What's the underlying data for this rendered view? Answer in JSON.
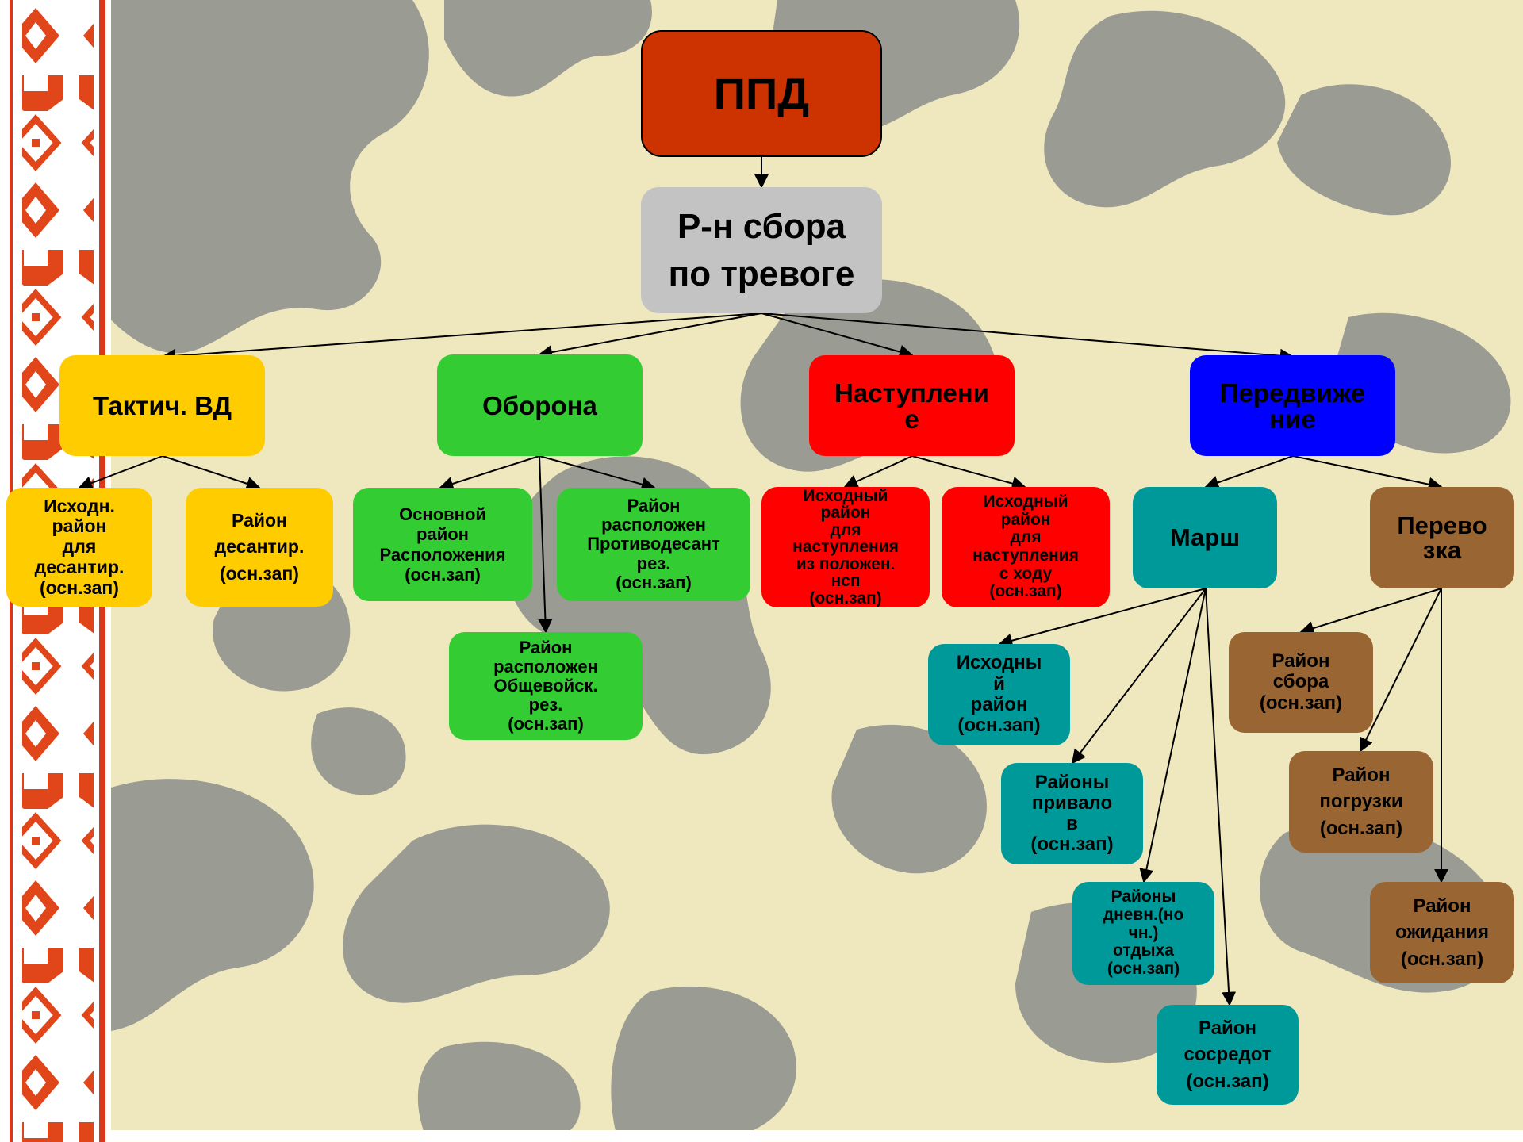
{
  "diagram": {
    "root": {
      "label": "ППД"
    },
    "assembly": {
      "lines": [
        "Р-н сбора",
        "по тревоге"
      ]
    },
    "tactical": {
      "label": "Тактич. ВД"
    },
    "tactical_children": [
      {
        "lines": [
          "Исходн.",
          "район",
          "для",
          "десантир.",
          "(осн.зап)"
        ]
      },
      {
        "lines": [
          "Район",
          "десантир.",
          "(осн.зап)"
        ]
      }
    ],
    "defense": {
      "label": "Оборона"
    },
    "defense_children": [
      {
        "lines": [
          "Основной",
          "район",
          "Расположения",
          "(осн.зап)"
        ]
      },
      {
        "lines": [
          "Район",
          "расположен",
          "Противодесант",
          "рез.",
          "(осн.зап)"
        ]
      },
      {
        "lines": [
          "Район",
          "расположен",
          "Общевойск.",
          "рез.",
          "(осн.зап)"
        ]
      }
    ],
    "offense": {
      "lines": [
        "Наступлени",
        "е"
      ]
    },
    "offense_children": [
      {
        "lines": [
          "Исходный",
          "район",
          "для",
          "наступления",
          "из положен.",
          "нсп",
          "(осн.зап)"
        ]
      },
      {
        "lines": [
          "Исходный",
          "район",
          "для",
          "наступления",
          "с ходу",
          "(осн.зап)"
        ]
      }
    ],
    "movement": {
      "lines": [
        "Передвиже",
        "ние"
      ]
    },
    "march": {
      "label": "Марш"
    },
    "march_children": [
      {
        "lines": [
          "Исходны",
          "й",
          "район",
          "(осн.зап)"
        ]
      },
      {
        "lines": [
          "Районы",
          "привало",
          "в",
          "(осн.зап)"
        ]
      },
      {
        "lines": [
          "Районы",
          "дневн.(но",
          "чн.)",
          "отдыха",
          "(осн.зап)"
        ]
      },
      {
        "lines": [
          "Район",
          "сосредот",
          "(осн.зап)"
        ]
      }
    ],
    "transport": {
      "lines": [
        "Перево",
        "зка"
      ]
    },
    "transport_children": [
      {
        "lines": [
          "Район",
          "сбора",
          "(осн.зап)"
        ]
      },
      {
        "lines": [
          "Район",
          "погрузки",
          "(осн.зап)"
        ]
      },
      {
        "lines": [
          "Район",
          "ожидания",
          "(осн.зап)"
        ]
      }
    ]
  },
  "colors": {
    "root": "#cc3300",
    "assembly": "#c3c3c3",
    "tactical": "#ffcc00",
    "defense": "#33cc33",
    "offense": "#ff0000",
    "movement": "#0000ff",
    "march": "#009999",
    "transport": "#996633",
    "camo_light": "#efe7bd",
    "camo_dark": "#9a9c93"
  }
}
